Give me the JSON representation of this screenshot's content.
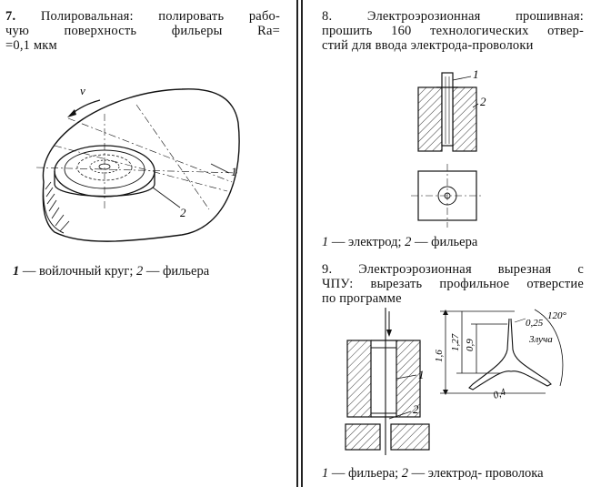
{
  "left": {
    "step7": {
      "number": "7.",
      "line1": "Полировальная: полировать рабо-",
      "line2": "чую поверхность фильеры Ra=",
      "line3": "=0,1 мкм"
    },
    "figure7": {
      "label_v": "v",
      "label_1": "1",
      "label_2": "2"
    },
    "caption7": {
      "n1": "1",
      "t1": " — войлочный круг; ",
      "n2": "2",
      "t2": " — фильера"
    }
  },
  "right": {
    "step8": {
      "line1": "8. Электроэрозионная прошивная:",
      "line2": "прошить 160 технологических отвер-",
      "line3": "стий для ввода электрода-проволоки"
    },
    "figure8": {
      "label_1": "1",
      "label_2": "2"
    },
    "caption8": {
      "n1": "1",
      "t1": " — электрод; ",
      "n2": "2",
      "t2": " — фильера"
    },
    "step9": {
      "line1": "9. Электроэрозионная вырезная с",
      "line2": "ЧПУ: вырезать профильное отверстие",
      "line3": "по программе"
    },
    "figure9": {
      "label_1": "1",
      "label_2": "2",
      "dim_16": "1,6",
      "dim_127": "1,27",
      "dim_09": "0,9",
      "dim_025": "0,25",
      "dim_120": "120°",
      "dim_3rays": "3луча",
      "dim_04": "0,4"
    },
    "caption9": {
      "n1": "1",
      "t1": " — фильера; ",
      "n2": "2",
      "t2": " — электрод- проволока"
    }
  }
}
